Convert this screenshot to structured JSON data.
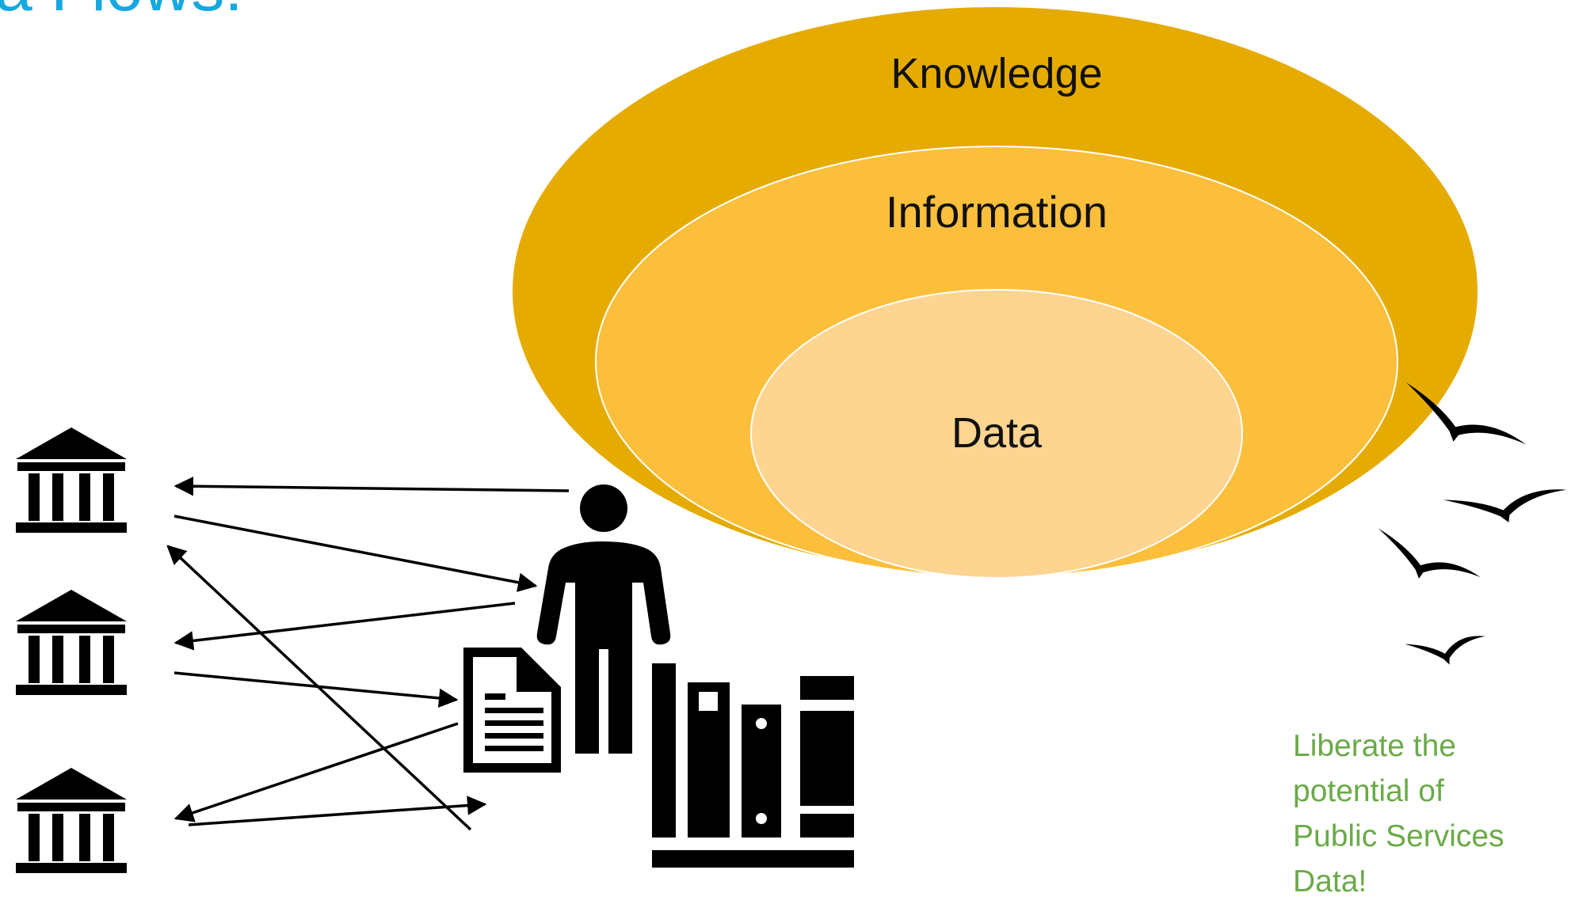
{
  "title": "a Flows:",
  "circles": {
    "outer": {
      "label": "Knowledge",
      "color": "#e5ab00"
    },
    "middle": {
      "label": "Information",
      "color": "#fcbf3c"
    },
    "inner": {
      "label": "Data",
      "color": "#fed491"
    }
  },
  "tagline": {
    "lines": [
      "Liberate the",
      "potential of",
      "Public Services",
      "Data!"
    ],
    "color": "#6aaa48"
  },
  "icons": {
    "institutions": [
      "bank-icon",
      "bank-icon",
      "bank-icon"
    ],
    "person": "person-icon",
    "document": "document-icon",
    "books": "books-icon",
    "birds": [
      "bird-icon",
      "bird-icon",
      "bird-icon",
      "bird-icon"
    ]
  },
  "colors": {
    "title": "#17a8e0",
    "icons": "#000000"
  }
}
